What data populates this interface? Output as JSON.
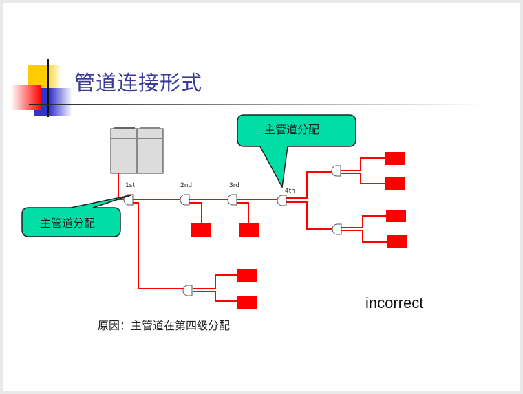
{
  "slide": {
    "title": "管道连接形式",
    "callout_top": "主管道分配",
    "callout_left": "主管道分配",
    "joint_labels": [
      "1st",
      "2nd",
      "3rd",
      "4th"
    ],
    "verdict": "incorrect",
    "reason": "原因：主管道在第四级分配"
  },
  "colors": {
    "pipe": "#ff0000",
    "callout": "#00dda5",
    "title": "#3b3b9a"
  }
}
